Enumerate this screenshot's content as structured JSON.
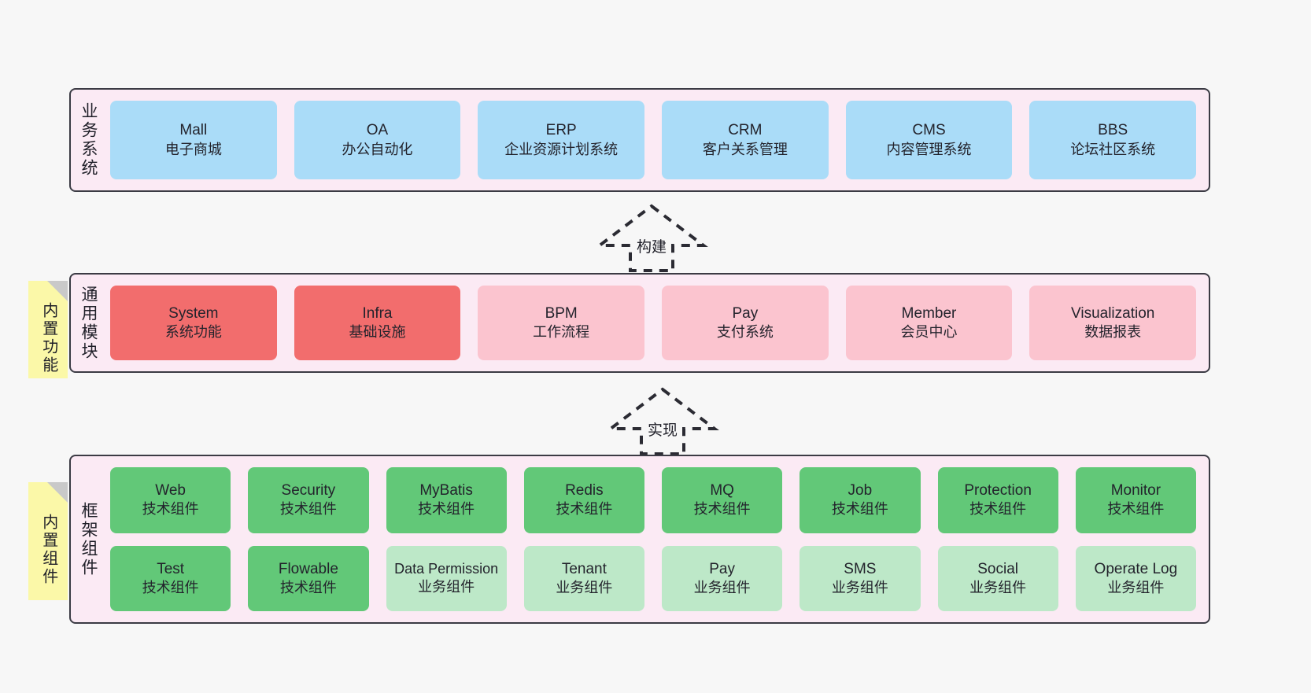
{
  "layers": [
    {
      "key": "business",
      "title": "业务系统",
      "rows": [
        {
          "cards": [
            {
              "title": "Mall",
              "subtitle": "电子商城",
              "color": "blue"
            },
            {
              "title": "OA",
              "subtitle": "办公自动化",
              "color": "blue"
            },
            {
              "title": "ERP",
              "subtitle": "企业资源计划系统",
              "color": "blue"
            },
            {
              "title": "CRM",
              "subtitle": "客户关系管理",
              "color": "blue"
            },
            {
              "title": "CMS",
              "subtitle": "内容管理系统",
              "color": "blue"
            },
            {
              "title": "BBS",
              "subtitle": "论坛社区系统",
              "color": "blue"
            }
          ]
        }
      ]
    },
    {
      "key": "common",
      "title": "通用模块",
      "sticky": "内置功能",
      "rows": [
        {
          "cards": [
            {
              "title": "System",
              "subtitle": "系统功能",
              "color": "red"
            },
            {
              "title": "Infra",
              "subtitle": "基础设施",
              "color": "red"
            },
            {
              "title": "BPM",
              "subtitle": "工作流程",
              "color": "pink"
            },
            {
              "title": "Pay",
              "subtitle": "支付系统",
              "color": "pink"
            },
            {
              "title": "Member",
              "subtitle": "会员中心",
              "color": "pink"
            },
            {
              "title": "Visualization",
              "subtitle": "数据报表",
              "color": "pink"
            }
          ]
        }
      ]
    },
    {
      "key": "framework",
      "title": "框架组件",
      "sticky": "内置组件",
      "rows": [
        {
          "cards": [
            {
              "title": "Web",
              "subtitle": "技术组件",
              "color": "green"
            },
            {
              "title": "Security",
              "subtitle": "技术组件",
              "color": "green"
            },
            {
              "title": "MyBatis",
              "subtitle": "技术组件",
              "color": "green"
            },
            {
              "title": "Redis",
              "subtitle": "技术组件",
              "color": "green"
            },
            {
              "title": "MQ",
              "subtitle": "技术组件",
              "color": "green"
            },
            {
              "title": "Job",
              "subtitle": "技术组件",
              "color": "green"
            },
            {
              "title": "Protection",
              "subtitle": "技术组件",
              "color": "green"
            },
            {
              "title": "Monitor",
              "subtitle": "技术组件",
              "color": "green"
            }
          ]
        },
        {
          "cards": [
            {
              "title": "Test",
              "subtitle": "技术组件",
              "color": "green"
            },
            {
              "title": "Flowable",
              "subtitle": "技术组件",
              "color": "green"
            },
            {
              "title": "Data Permission",
              "subtitle": "业务组件",
              "color": "greenlite"
            },
            {
              "title": "Tenant",
              "subtitle": "业务组件",
              "color": "greenlite"
            },
            {
              "title": "Pay",
              "subtitle": "业务组件",
              "color": "greenlite"
            },
            {
              "title": "SMS",
              "subtitle": "业务组件",
              "color": "greenlite"
            },
            {
              "title": "Social",
              "subtitle": "业务组件",
              "color": "greenlite"
            },
            {
              "title": "Operate Log",
              "subtitle": "业务组件",
              "color": "greenlite"
            }
          ]
        }
      ]
    }
  ],
  "connectors": [
    {
      "key": "build",
      "label": "构建"
    },
    {
      "key": "implement",
      "label": "实现"
    }
  ],
  "colors": {
    "band_background": "#fbeaf4",
    "band_border": "#3b3b44",
    "blue": "#aadcf8",
    "red": "#f26d6d",
    "pink": "#fbc4cf",
    "green": "#62c878",
    "greenlite": "#bde8c8",
    "sticky": "#fbf8a8",
    "page_background": "#f7f7f7"
  }
}
